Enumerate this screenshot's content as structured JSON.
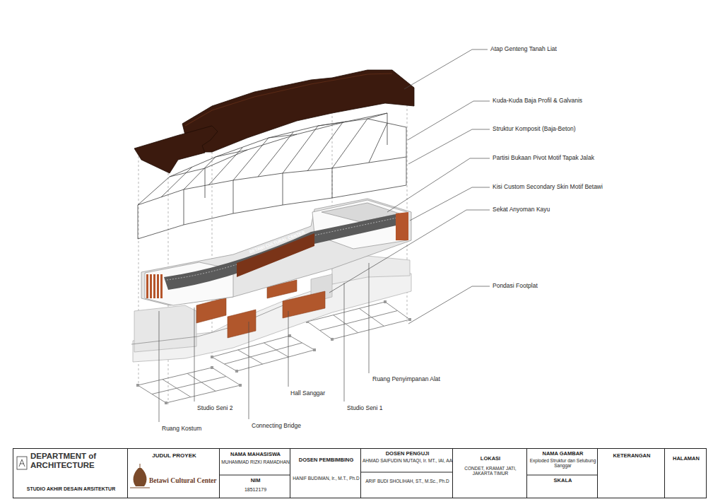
{
  "diagram": {
    "nodes": [
      {
        "text": [
          "DEPARTMENT of ARCHITECTURE",
          "STUDIO AKHIR DESAIN ARSITEKTUR"
        ]
      },
      {
        "text": [
          "JUDUL PROYEK",
          "Betawi Cultural Center"
        ]
      },
      {
        "text": [
          "NAMA MAHASISWA",
          "MUHAMMAD RIZKI RAMADHAN",
          "NIM",
          "18512179"
        ]
      },
      {
        "text": [
          "DOSEN PEMBIMBING",
          "HANIF BUDIMAN, Ir., M.T., Ph.D"
        ]
      },
      {
        "text": [
          "DOSEN PENGUJI",
          "AHMAD SAIFUDIN MUTAQI, Ir. MT., IAI, AA",
          "ARIF BUDI SHOLIHAH, ST., M.Sc., Ph.D"
        ]
      },
      {
        "text": [
          "LOKASI",
          "CONDET, KRAMAT JATI, JAKARTA TIMUR"
        ]
      },
      {
        "text": [
          "NAMA GAMBAR",
          "Exploded Struktur dan Selubung Sanggar",
          "SKALA"
        ]
      },
      {
        "text": [
          "KETERANGAN"
        ]
      },
      {
        "text": [
          "HALAMAN"
        ]
      }
    ],
    "labels": [
      "Atap Genteng Tanah Liat",
      "Kuda-Kuda Baja Profil & Galvanis",
      "Struktur Komposit (Baja-Beton)",
      "Partisi Bukaan Pivot Motif Tapak Jalak",
      "Kisi Custom Secondary Skin Motif Betawi",
      "Sekat Anyoman Kayu",
      "Pondasi Footplat",
      "Ruang Penyimpanan Alat",
      "Hall Sanggar",
      "Studio Seni 1",
      "Studio Seni 2",
      "Connecting Bridge",
      "Ruang Kostum",
      "BETAWI CULTURAL CENTER"
    ]
  }
}
